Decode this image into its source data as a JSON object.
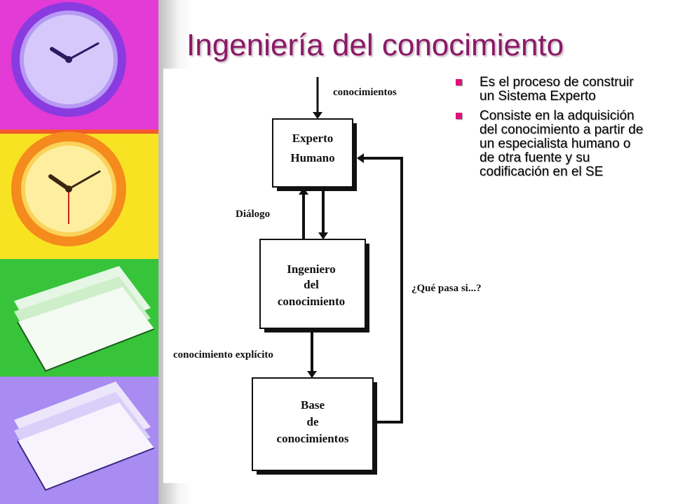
{
  "slide": {
    "title": "Ingeniería del conocimiento"
  },
  "diagram": {
    "boxes": {
      "expert": [
        "Experto",
        "Humano"
      ],
      "engineer": [
        "Ingeniero",
        "del",
        "conocimiento"
      ],
      "base": [
        "Base",
        "de",
        "conocimientos"
      ]
    },
    "labels": {
      "input": "conocimientos",
      "dialog": "Diálogo",
      "explicit": "conocimiento explícito",
      "whatif": "¿Qué pasa si...?"
    }
  },
  "bullets": [
    "Es el proceso de construir un Sistema Experto",
    "Consiste en la adquisición del conocimiento a partir de un especialista humano o de otra fuente y su codificación en el SE"
  ],
  "colors": {
    "title": "#8a1a66",
    "bullet": "#e0107a",
    "sidebar_panels": [
      "#e23bd6",
      "#f8e323",
      "#37c43a",
      "#a88cf2"
    ]
  },
  "icons": [
    "clock-image",
    "clock-image",
    "papers-image",
    "papers-image"
  ]
}
